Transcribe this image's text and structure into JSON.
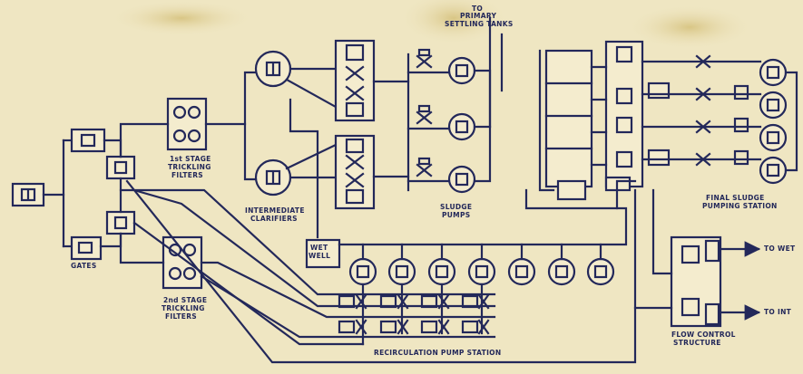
{
  "colors": {
    "paper": "#efe6c2",
    "ink": "#23285a",
    "stain": "#dccb8f"
  },
  "labels": {
    "to_primary_1": "TO",
    "to_primary_2": "PRIMARY",
    "to_primary_3": "SETTLING TANKS",
    "first_stage_1": "1st STAGE",
    "first_stage_2": "TRICKLING",
    "first_stage_3": "FILTERS",
    "gates": "GATES",
    "intermediate_1": "INTERMEDIATE",
    "intermediate_2": "CLARIFIERS",
    "sludge_1": "SLUDGE",
    "sludge_2": "PUMPS",
    "final_sludge_1": "FINAL SLUDGE",
    "final_sludge_2": "PUMPING STATION",
    "wet_well_1": "WET",
    "wet_well_2": "WELL",
    "second_stage_1": "2nd STAGE",
    "second_stage_2": "TRICKLING",
    "second_stage_3": "FILTERS",
    "recirculation": "RECIRCULATION PUMP STATION",
    "flow_control_1": "FLOW CONTROL",
    "flow_control_2": "STRUCTURE",
    "to_wet": "TO WET",
    "to_int": "TO INT"
  }
}
